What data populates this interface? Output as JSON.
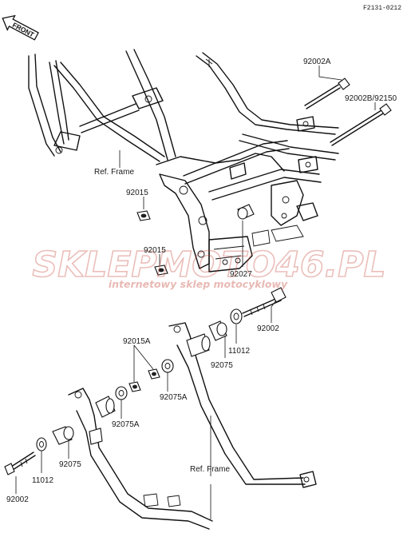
{
  "figure": {
    "code": "F2131-0212",
    "front_arrow": "FRONT",
    "watermark_main": "SKLEPMOTO46.PL",
    "watermark_sub": "internetowy sklep motocyklowy",
    "watermark_color": "#c0392b"
  },
  "labels": {
    "p92002A": "92002A",
    "p92002B": "92002B/92150",
    "ref_frame_top": "Ref. Frame",
    "p92015_a": "92015",
    "p92015_b": "92015",
    "p92027": "92027",
    "p92002_r": "92002",
    "p11012_r": "11012",
    "p92075_r": "92075",
    "p92015A": "92015A",
    "p92075A_r": "92075A",
    "p92075A_l": "92075A",
    "p92075_l": "92075",
    "p11012_l": "11012",
    "p92002_l": "92002",
    "ref_frame_bottom": "Ref. Frame"
  }
}
